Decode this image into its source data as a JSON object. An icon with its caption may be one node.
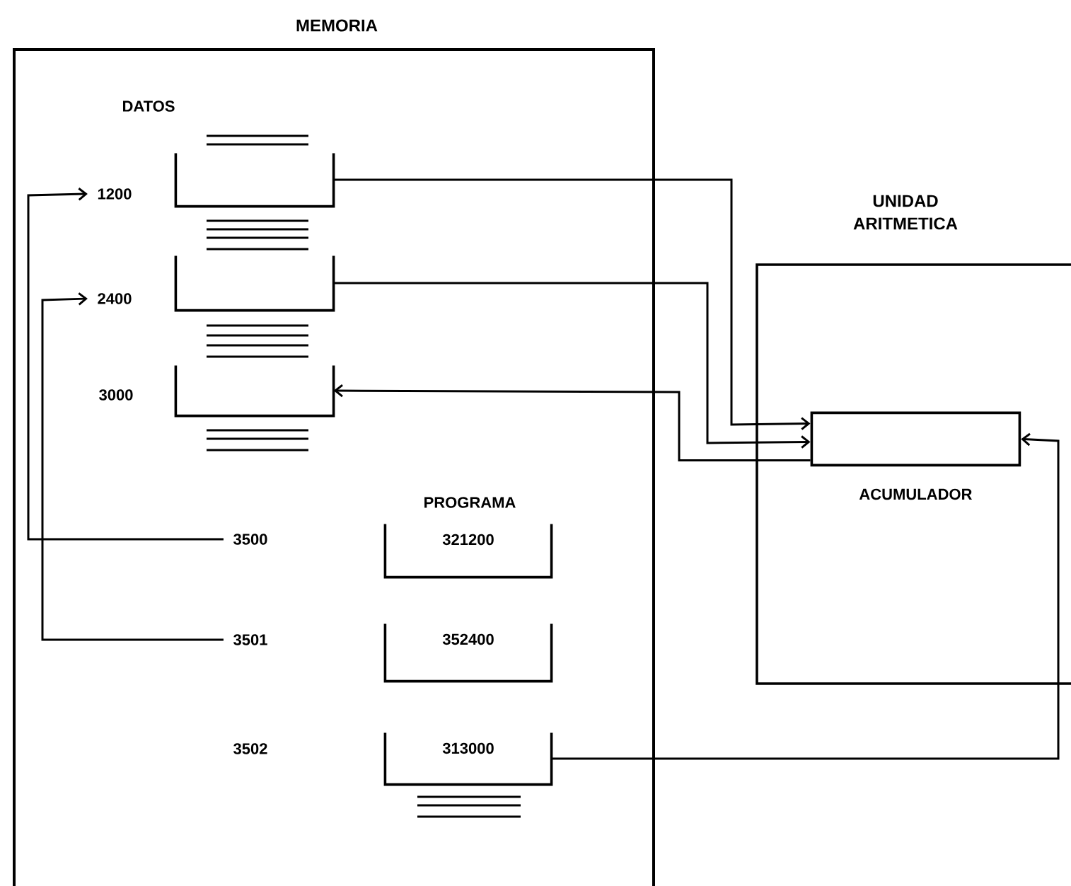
{
  "diagram": {
    "nodes": [
      {
        "text": [
          "MEMORIA"
        ]
      },
      {
        "text": [
          "1200"
        ],
        "in": 0
      },
      {
        "text": [],
        "shape": "box",
        "in": 0
      },
      {
        "text": [
          "2400"
        ],
        "in": 0
      },
      {
        "text": [],
        "shape": "box",
        "in": 0
      },
      {
        "text": [
          "3000"
        ],
        "in": 0
      },
      {
        "text": [],
        "shape": "box",
        "in": 0
      },
      {
        "text": [
          "3500"
        ],
        "in": 0
      },
      {
        "text": [
          "321200"
        ],
        "in": 0
      },
      {
        "text": [
          "3501"
        ],
        "in": 0
      },
      {
        "text": [
          "352400"
        ],
        "in": 0
      },
      {
        "text": [
          "3502"
        ],
        "in": 0
      },
      {
        "text": [
          "313000"
        ],
        "in": 0
      },
      {
        "text": [
          "UNIDAD ARITMETICA"
        ]
      },
      {
        "text": [
          "ACUMULADOR"
        ],
        "in": 13
      }
    ],
    "edges": [
      {
        "from": 2,
        "to": 14,
        "arrow": "to"
      },
      {
        "from": 4,
        "to": 14,
        "arrow": "to"
      },
      {
        "from": 14,
        "to": 6,
        "arrow": "to"
      },
      {
        "from": 7,
        "to": 1,
        "arrow": "to"
      },
      {
        "from": 9,
        "to": 3,
        "arrow": "to"
      },
      {
        "from": 12,
        "to": 14,
        "arrow": "to"
      }
    ],
    "labels": [
      "DATOS",
      "PROGRAMA"
    ]
  }
}
